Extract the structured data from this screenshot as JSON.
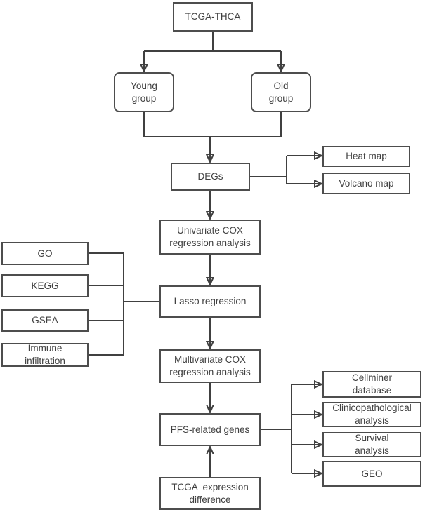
{
  "diagram": {
    "type": "flowchart",
    "colors": {
      "line": "#404040",
      "box_border": "#4d4d4d",
      "text": "#404040",
      "background": "#ffffff"
    },
    "nodes": {
      "tcga_thca": "TCGA-THCA",
      "young_group": "Young\ngroup",
      "old_group": "Old\ngroup",
      "degs": "DEGs",
      "heat_map": "Heat map",
      "volcano_map": "Volcano map",
      "univariate_cox": "Univariate COX\nregression analysis",
      "go": "GO",
      "kegg": "KEGG",
      "gsea": "GSEA",
      "immune_infiltration": "Immune\ninfiltration",
      "lasso": "Lasso regression",
      "multivariate_cox": "Multivariate COX\nregression analysis",
      "pfs_related_genes": "PFS-related genes",
      "cellminer": "Cellminer\ndatabase",
      "clinicopathological": "Clinicopathological\nanalysis",
      "survival": "Survival\nanalysis",
      "geo": "GEO",
      "tcga_expression": "TCGA  expression\ndifference"
    }
  }
}
